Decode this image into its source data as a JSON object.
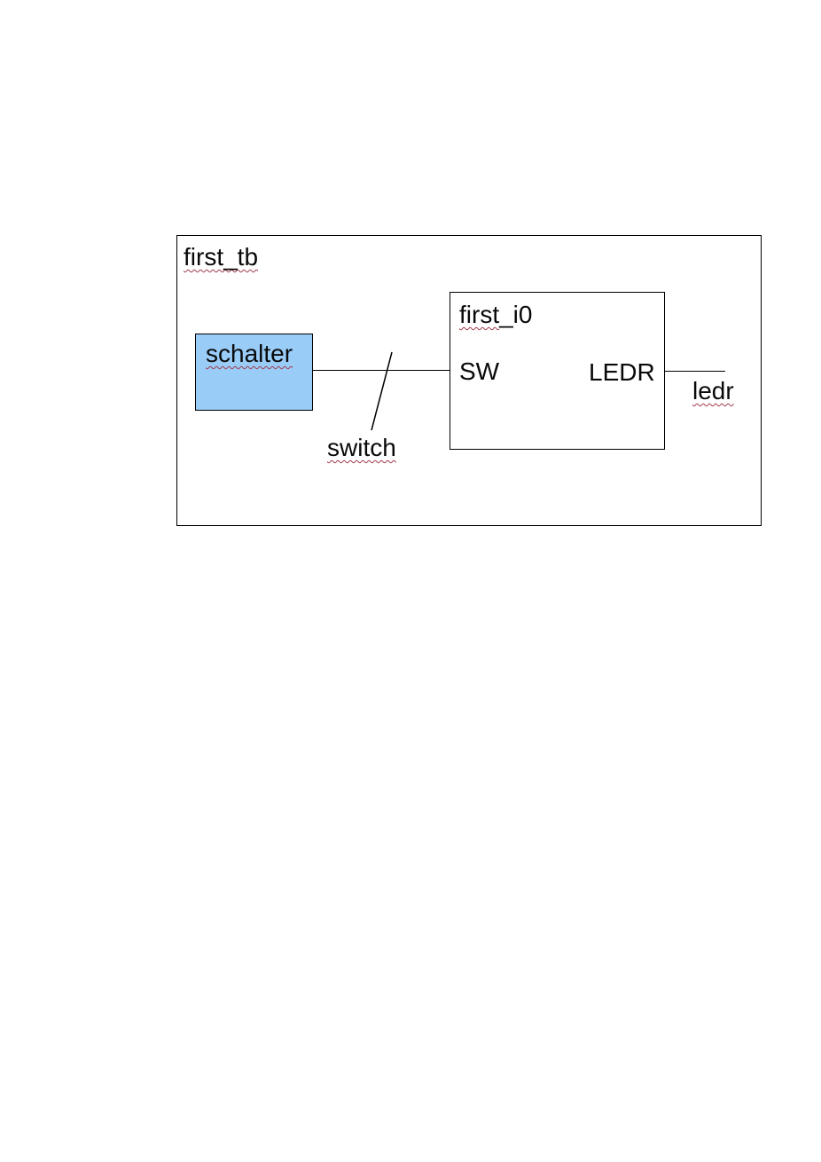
{
  "diagram": {
    "testbench": {
      "label": "first_tb"
    },
    "stimulus_block": {
      "label": "schalter",
      "fill_color": "#9accf8"
    },
    "dut_block": {
      "instance_label_underlined": "first",
      "instance_label_plain": "_i0",
      "input_port": "SW",
      "output_port": "LEDR"
    },
    "nets": {
      "input_net": "switch",
      "output_net": "ledr"
    },
    "colors": {
      "line": "#000000",
      "block_fill": "#9accf8",
      "spellcheck_squiggle": "#a03b4b",
      "background": "#ffffff"
    }
  }
}
